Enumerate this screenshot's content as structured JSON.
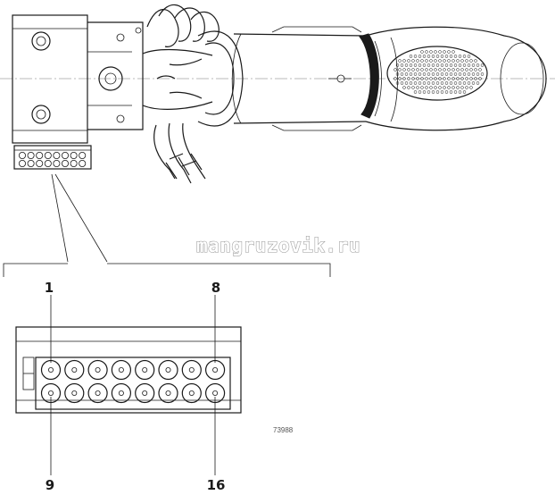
{
  "watermark": "mangruzovik.ru",
  "reference_code": "73988",
  "connector": {
    "rows": 2,
    "pins_per_row": 8,
    "pin_labels": {
      "top_left": "1",
      "top_right": "8",
      "bottom_left": "9",
      "bottom_right": "16"
    }
  }
}
